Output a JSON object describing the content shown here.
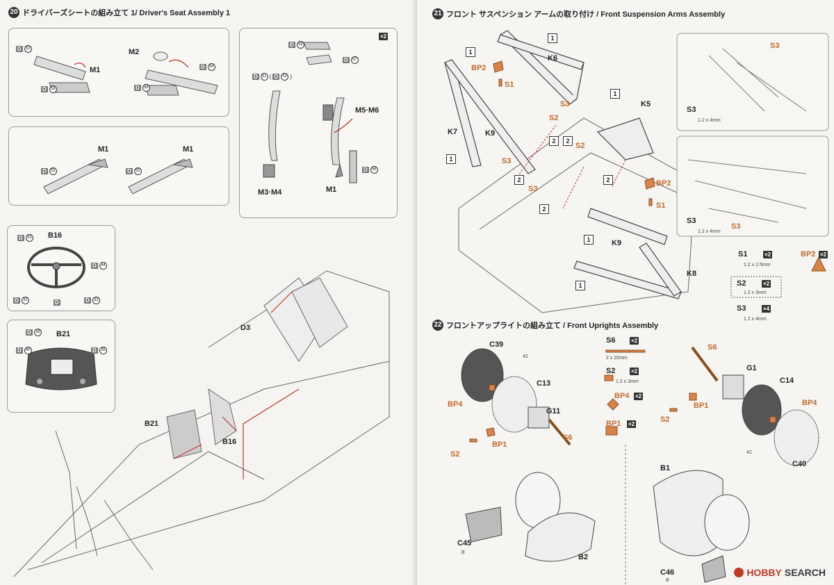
{
  "left": {
    "step20": {
      "num": "20",
      "title": "ドライバーズシートの組み立て 1/ Driver's Seat Assembly 1"
    },
    "p1": {
      "d_a": "53",
      "d_b": "58",
      "m1": "M1",
      "m2": "M2",
      "d_c": "58",
      "d_d": "54"
    },
    "p2": {
      "d_a": "55",
      "d_b": "55",
      "m1a": "M1",
      "m1b": "M1"
    },
    "p3": {
      "qty": "×2",
      "d_a": "59",
      "d_b": "57",
      "d_c": "51",
      "d_d": "52",
      "m5m6": "M5·M6",
      "m3m4": "M3·M4",
      "m1": "M1",
      "d_e": "56"
    },
    "p4": {
      "b16": "B16",
      "d_a": "53",
      "d_b": "44",
      "d_c": "32",
      "d_d": "32",
      "d_e": "D"
    },
    "p5": {
      "b21": "B21",
      "d_a": "39",
      "d_b": "40",
      "d_c": "35"
    },
    "main": {
      "d3": "D3",
      "b21": "B21",
      "b16": "B16"
    }
  },
  "right": {
    "step21": {
      "num": "21",
      "title": "フロント サスペンション アームの取り付け / Front Suspension Arms Assembly"
    },
    "s21": {
      "box1": "1",
      "box2": "2",
      "k6": "K6",
      "k5": "K5",
      "k7": "K7",
      "k9a": "K9",
      "k9b": "K9",
      "k8": "K8",
      "bp2a": "BP2",
      "bp2b": "BP2",
      "s1a": "S1",
      "s1b": "S1",
      "s3a": "S3",
      "s3b": "S3",
      "s3c": "S3",
      "s2a": "S2",
      "s2b": "S2",
      "inset_s3": "S3",
      "inset_s3_legend": "S3",
      "inset_size1": "1.2 x 4mm",
      "inset2_s3": "S3",
      "inset2_s3_legend": "S3",
      "inset_size2": "1.2 x 4mm",
      "leg_s1": "S1",
      "leg_s1_qty": "×2",
      "leg_s1_size": "1.2 x 2.5mm",
      "leg_bp2": "BP2",
      "leg_bp2_qty": "×2",
      "leg_s2": "S2",
      "leg_s2_qty": "×2",
      "leg_s2_size": "1.2 x 3mm",
      "leg_s3": "S3",
      "leg_s3_qty": "×4",
      "leg_s3_size": "1.2 x 4mm"
    },
    "step22": {
      "num": "22",
      "title": "フロントアップライトの組み立て / Front Uprights Assembly"
    },
    "s22": {
      "c39": "C39",
      "c13": "C13",
      "g11": "G11",
      "bp4a": "BP4",
      "s6a": "S6",
      "s2a": "S2",
      "bp1a": "BP1",
      "s6b": "S6",
      "g1": "G1",
      "c14": "C14",
      "bp4b": "BP4",
      "s2b": "S2",
      "bp1b": "BP1",
      "c40": "C40",
      "c45": "C45",
      "b2": "B2",
      "b1": "B1",
      "c46": "C46",
      "leg_s6": "S6",
      "leg_s6_qty": "×2",
      "leg_s6_size": "2 x 20mm",
      "leg_s2": "S2",
      "leg_s2_qty": "×2",
      "leg_s2_size": "1.2 x 3mm",
      "leg_bp4": "BP4",
      "leg_bp4_qty": "×2",
      "leg_bp1": "BP1",
      "leg_bp1_qty": "×2",
      "num42a": "42",
      "num42b": "42",
      "b_a": "B",
      "b_b": "B"
    }
  },
  "logo": {
    "brand": "HOBBY",
    "suffix": "SEARCH"
  },
  "colors": {
    "orange": "#d9834a",
    "line": "#555555",
    "panel_border": "#9a9a9a"
  }
}
